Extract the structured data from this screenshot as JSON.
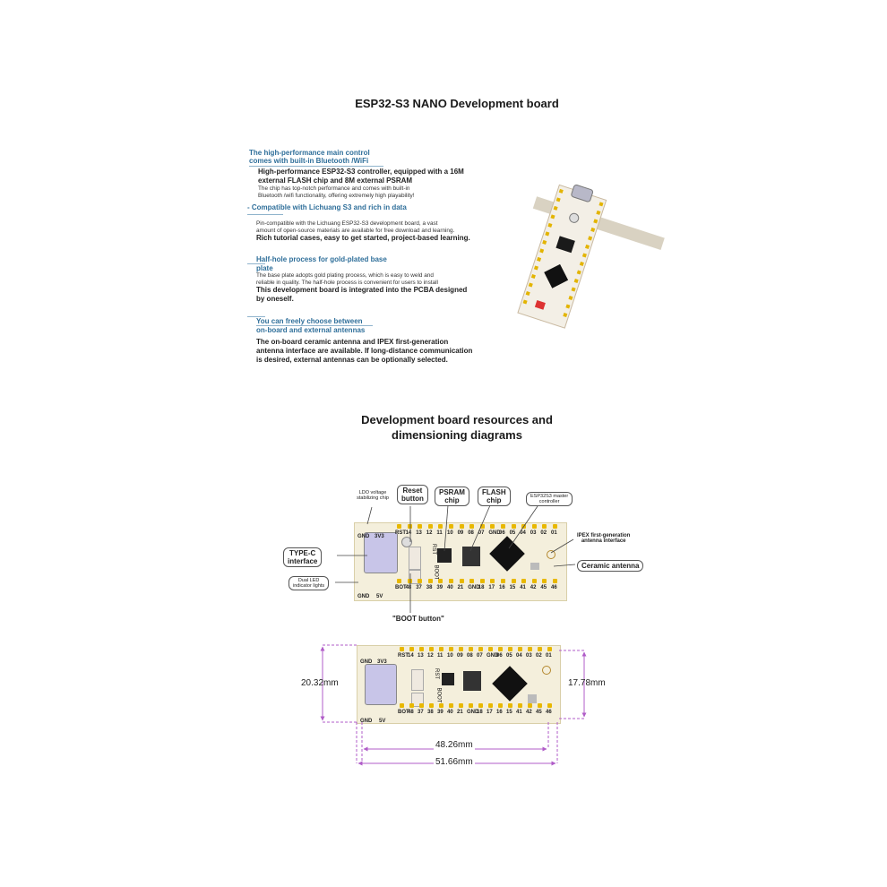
{
  "page_title": "ESP32-S3 NANO Development board",
  "features": [
    {
      "heading": [
        "The high-performance main control",
        "comes with built-in Bluetooth /WiFi"
      ],
      "bold": [
        "High-performance ESP32-S3 controller, equipped with a 16M",
        "external FLASH chip and 8M external PSRAM"
      ],
      "small": [
        "The chip has top-notch performance and comes with built-in",
        "Bluetooth /wifi functionality, offering extremely high playability!"
      ]
    },
    {
      "heading": [
        "Compatible with Lichuang S3 and rich in data"
      ],
      "small": [
        "Pin-compatible with the Lichuang ESP32-S3 development board, a vast",
        "amount of open-source materials are available for free download and learning."
      ],
      "bold": [
        "Rich tutorial cases, easy to get started, project-based learning."
      ]
    },
    {
      "heading": [
        "Half-hole process for gold-plated base",
        "plate"
      ],
      "small": [
        "The base plate adopts gold plating process, which is easy to weld and",
        "reliable in quality. The half-hole process is convenient for users to install"
      ],
      "bold": [
        "This development board is integrated into the PCBA designed",
        "by oneself."
      ]
    },
    {
      "heading": [
        "You can freely choose between",
        "on-board and external antennas"
      ],
      "bold": [
        "The on-board ceramic antenna and IPEX first-generation",
        "antenna interface are available. If long-distance communication",
        "is desired, external antennas can be optionally selected."
      ]
    }
  ],
  "section_title": [
    "Development board resources and",
    "dimensioning diagrams"
  ],
  "callouts": {
    "ldo": [
      "LDO voltage",
      "stabilizing chip"
    ],
    "reset": [
      "Reset",
      "button"
    ],
    "psram": [
      "PSRAM",
      "chip"
    ],
    "flash": [
      "FLASH",
      "chip"
    ],
    "master": [
      "ESP32S3 master",
      "controller"
    ],
    "ipex": [
      "IPEX first-generation",
      "antenna interface"
    ],
    "typec": [
      "TYPE-C",
      "interface"
    ],
    "ceramic": "Ceramic antenna",
    "led": [
      "Dual LED",
      "indicator lights"
    ],
    "boot": "\"BOOT button\""
  },
  "pins_top": [
    "RST",
    "14",
    "13",
    "12",
    "11",
    "10",
    "09",
    "08",
    "07",
    "GND",
    "06",
    "05",
    "04",
    "03",
    "02",
    "01"
  ],
  "pins_bottom": [
    "BOT",
    "48",
    "37",
    "38",
    "39",
    "40",
    "21",
    "GND",
    "18",
    "17",
    "16",
    "15",
    "41",
    "42",
    "45",
    "46"
  ],
  "board_marks": {
    "gnd": "GND",
    "v33": "3V3",
    "v5": "5V",
    "rst": "RST",
    "boot": "BOOT"
  },
  "dimensions": {
    "height_outer": "20.32mm",
    "height_inner": "17.78mm",
    "width_inner": "48.26mm",
    "width_outer": "51.66mm"
  },
  "colors": {
    "heading_blue": "#2f6f9a",
    "dimension_purple": "#b05cc8",
    "pad_gold": "#e8b800",
    "board_cream": "#f4efdc",
    "chip_black": "#111111"
  }
}
